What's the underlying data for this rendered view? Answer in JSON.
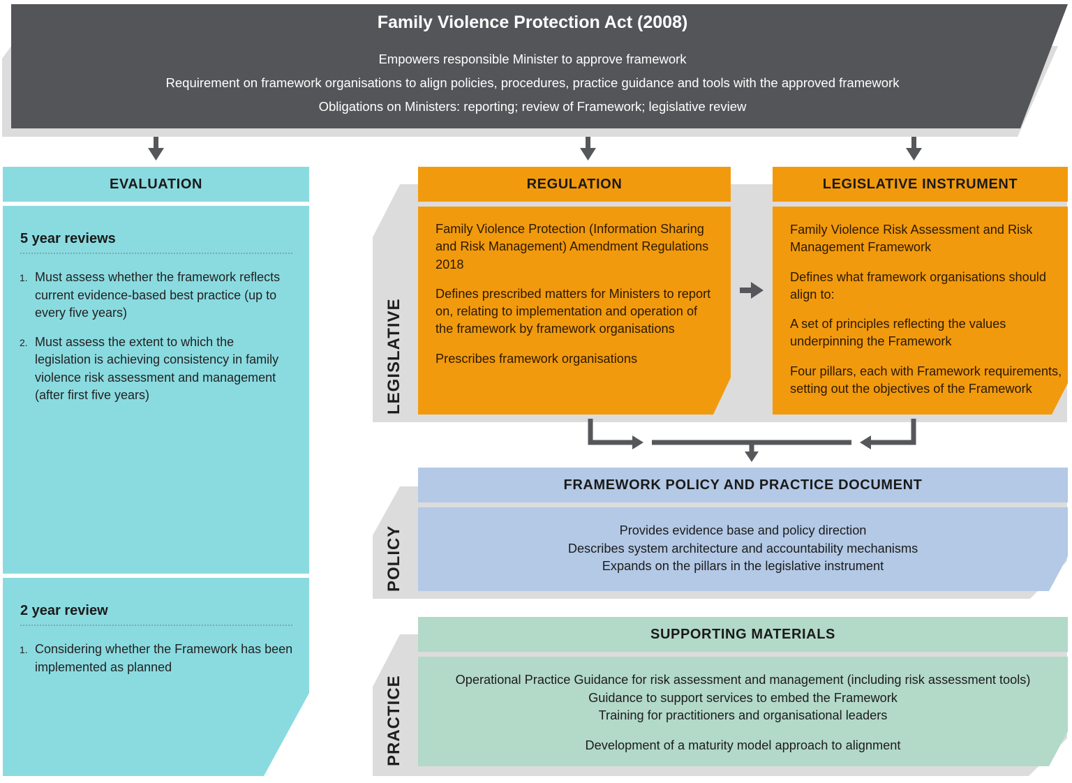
{
  "header": {
    "title": "Family Violence Protection Act (2008)",
    "lines": [
      "Empowers responsible Minister to approve framework",
      "Requirement on framework organisations to align policies, procedures, practice guidance and tools with the approved framework",
      "Obligations on Ministers: reporting; review of Framework; legislative review"
    ]
  },
  "evaluation": {
    "title": "EVALUATION",
    "five_year": {
      "heading": "5 year reviews",
      "items": [
        "Must assess whether the framework reflects current evidence-based best practice (up to every five years)",
        "Must assess the extent to which the legislation is achieving consistency in family violence risk assessment and management (after first five years)"
      ]
    },
    "two_year": {
      "heading": "2 year review",
      "items": [
        "Considering whether the Framework has been implemented as planned"
      ]
    }
  },
  "sections": {
    "legislative": "LEGISLATIVE",
    "policy": "POLICY",
    "practice": "PRACTICE"
  },
  "regulation": {
    "title": "REGULATION",
    "paragraphs": [
      "Family Violence Protection (Information Sharing and Risk Management) Amendment Regulations 2018",
      "Defines prescribed matters for Ministers to report on, relating to implementation and operation of the framework by framework organisations",
      "Prescribes framework organisations"
    ]
  },
  "instrument": {
    "title": "LEGISLATIVE INSTRUMENT",
    "paragraphs": [
      "Family Violence Risk Assessment and Risk Management Framework",
      "Defines what framework organisations should align to:",
      "A set of principles reflecting the values underpinning the Framework",
      "Four pillars, each with  Framework requirements, setting out the objectives of the Framework"
    ]
  },
  "policy_doc": {
    "title": "FRAMEWORK POLICY AND PRACTICE DOCUMENT",
    "lines": [
      "Provides evidence base and policy direction",
      "Describes system architecture and accountability mechanisms",
      "Expands on the pillars in the legislative instrument"
    ]
  },
  "supporting": {
    "title": "SUPPORTING MATERIALS",
    "lines": [
      "Operational Practice Guidance for risk assessment and management (including risk assessment tools)",
      "Guidance to support services to embed the Framework",
      "Training for practitioners and organisational leaders"
    ],
    "last_line": "Development of a maturity model approach to alignment"
  },
  "colors": {
    "header": "#545559",
    "shadow": "#dcdcdc",
    "evaluation": "#8adbe0",
    "orange": "#f29a0e",
    "policy": "#b3c9e6",
    "practice": "#b3d9c9",
    "arrow": "#55575a"
  }
}
